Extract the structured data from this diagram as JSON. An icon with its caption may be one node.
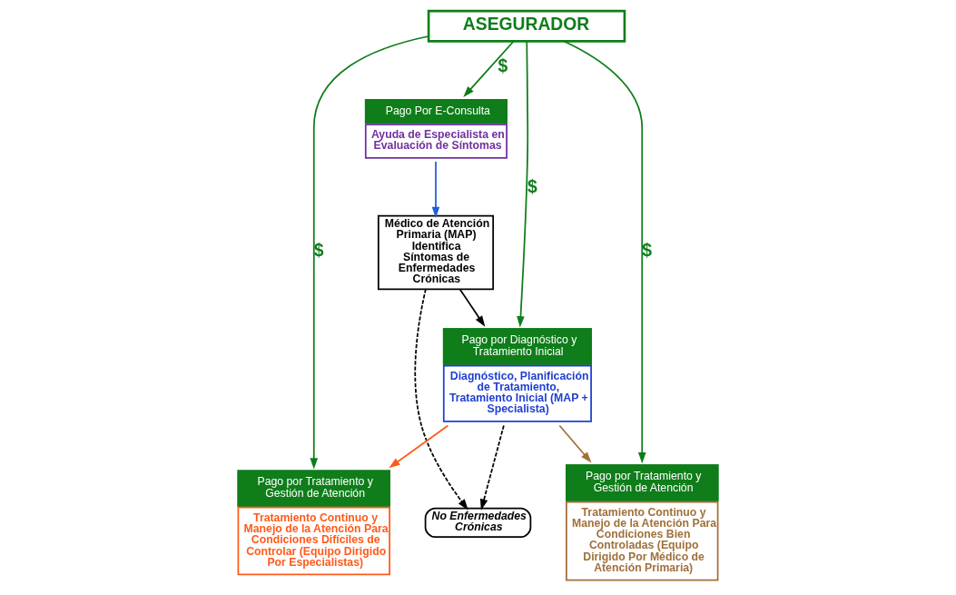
{
  "diagram": {
    "nodes": [
      {
        "text": [
          "ASEGURADOR"
        ]
      },
      {
        "text": [
          "Pago Por E-Consulta",
          "Ayuda de Especialista en Evaluación de Síntomas"
        ]
      },
      {
        "text": [
          "Médico de Atención Primaria (MAP) Identifica Síntomas de Enfermedades Crónicas"
        ]
      },
      {
        "text": [
          "Pago por Diagnóstico y Tratamiento Inicial",
          "Diagnóstico, Planificación de Tratamiento, Tratamiento Inicial (MAP + Specialista)"
        ]
      },
      {
        "text": [
          "Pago por Tratamiento y Gestión de Atención",
          "Tratamiento Continuo y Manejo de la Atención Para Condiciones Difíciles de Controlar (Equipo Dirigido Por Especialistas)"
        ]
      },
      {
        "text": [
          "Pago por Tratamiento y Gestión de Atención",
          "Tratamiento Continuo y Manejo de la Atención Para Condiciones Bien Controladas (Equipo Dirigido Por Médico de Atención Primaria)"
        ]
      },
      {
        "text": [
          "No Enfermedades Crónicas"
        ]
      }
    ],
    "edges": [
      {
        "from": 0,
        "to": 1,
        "arrow": "to",
        "label": "$"
      },
      {
        "from": 0,
        "to": 3,
        "arrow": "to",
        "label": "$"
      },
      {
        "from": 0,
        "to": 4,
        "arrow": "to",
        "label": "$"
      },
      {
        "from": 0,
        "to": 5,
        "arrow": "to",
        "label": "$"
      },
      {
        "from": 1,
        "to": 2,
        "arrow": "to",
        "color": "#1f5fd6"
      },
      {
        "from": 2,
        "to": 3,
        "arrow": "to",
        "color": "#000000"
      },
      {
        "from": 2,
        "to": 6,
        "arrow": "to",
        "style": "dashed",
        "color": "#000000"
      },
      {
        "from": 3,
        "to": 6,
        "arrow": "to",
        "style": "dashed",
        "color": "#000000"
      },
      {
        "from": 3,
        "to": 4,
        "arrow": "to",
        "color": "#ff5a1a"
      },
      {
        "from": 3,
        "to": 5,
        "arrow": "to",
        "color": "#a0703a"
      }
    ]
  }
}
